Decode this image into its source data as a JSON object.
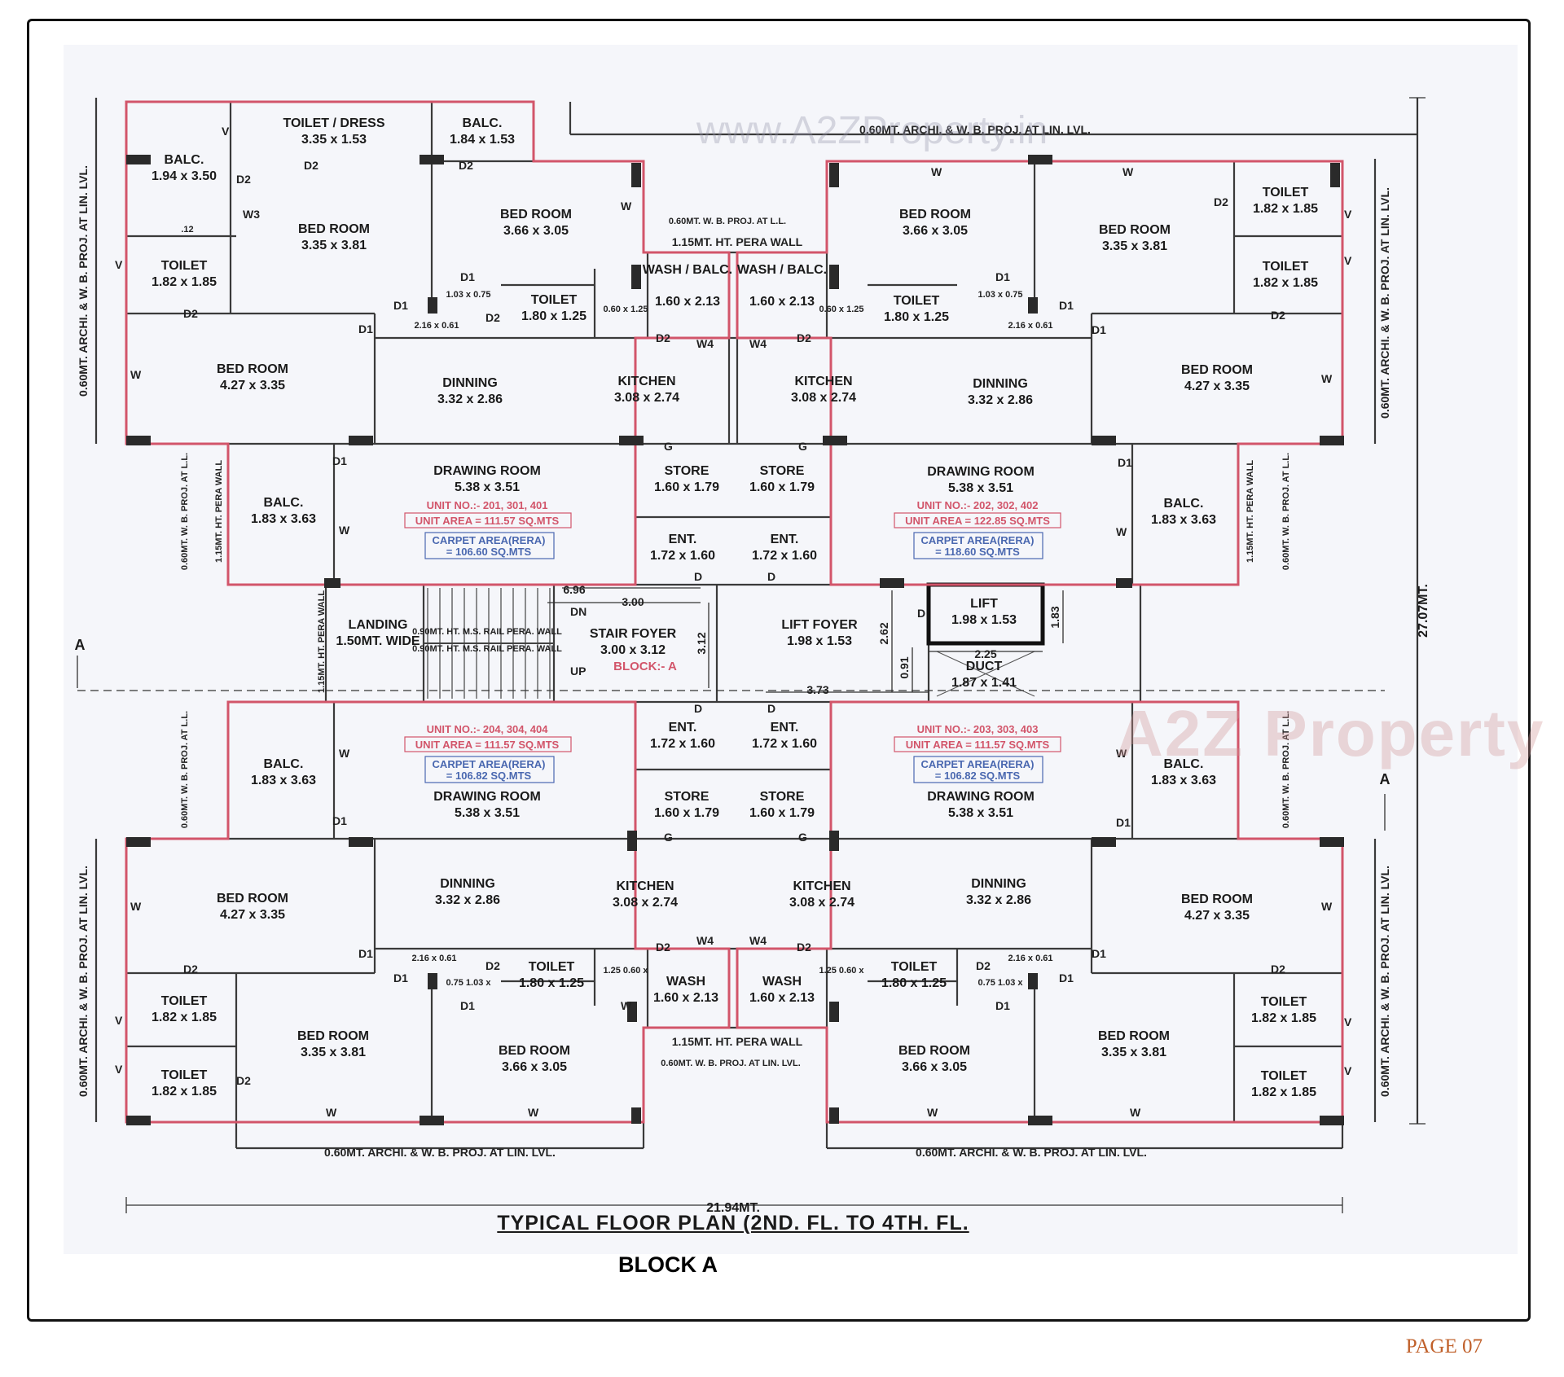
{
  "title": "TYPICAL FLOOR PLAN (2ND. FL. TO 4TH. FL.",
  "block_name": "BLOCK A",
  "page_number": "PAGE 07",
  "watermark_url": "www.A2ZProperty.in",
  "watermark_brand": "A2Z Property",
  "dimensions": {
    "overall_width": "21.94MT.",
    "overall_depth": "27.07MT."
  },
  "section_marker": "A",
  "block_tag": "BLOCK:- A",
  "colors": {
    "unit_boundary": "#d2556a",
    "carpet_text": "#4a68b0",
    "walls": "#3a3a3a",
    "page_number": "#c0602a"
  },
  "labels": {
    "proj_top": "0.60MT. ARCHI. & W. B. PROJ. AT LIN. LVL.",
    "proj_bottom_left": "0.60MT. ARCHI. & W. B. PROJ. AT LIN. LVL.",
    "proj_bottom_right": "0.60MT. ARCHI. & W. B. PROJ. AT LIN. LVL.",
    "proj_left_top": "0.60MT. ARCHI. & W. B. PROJ. AT LIN. LVL.",
    "proj_right_top": "0.60MT. ARCHI. & W. B. PROJ. AT LIN. LVL.",
    "proj_left_bottom": "0.60MT. ARCHI. & W. B. PROJ. AT LIN. LVL.",
    "proj_right_bottom": "0.60MT. ARCHI. & W. B. PROJ. AT LIN. LVL.",
    "wb_proj_center_top": "0.60MT. W. B. PROJ. AT L.L.",
    "pera_wall_center_top": "1.15MT. HT. PERA WALL",
    "pera_wall_center_bottom": "1.15MT. HT. PERA WALL",
    "wb_proj_center_bottom": "0.60MT.  W. B. PROJ. AT LIN. LVL.",
    "pera_wall_v1": "1.15MT. HT. PERA WALL",
    "pera_wall_v2": "1.15MT. HT. PERA WALL",
    "pera_wall_v3": "1.15MT. HT. PERA WALL",
    "wb_proj_v1": "0.60MT. W. B. PROJ. AT L.L.",
    "wb_proj_v2": "0.60MT. W. B. PROJ. AT L.L.",
    "wb_proj_v3": "0.60MT. W. B. PROJ. AT L.L.",
    "wb_proj_v4": "0.60MT. W. B. PROJ. AT L.L.",
    "rail_1": "0.90MT. HT. M.S. RAIL PERA. WALL",
    "rail_2": "0.90MT. HT. M.S. RAIL PERA. WALL",
    "dn": "DN",
    "up": "UP",
    "dim_696": "6.96",
    "dim_300": "3.00",
    "dim_312": "3.12",
    "dim_262": "2.62",
    "dim_091": "0.91",
    "dim_183": "1.83",
    "dim_225": "2.25",
    "dim_373": "3.73"
  },
  "rooms": [
    {
      "name": "TOILET / DRESS",
      "dim": "3.35 x 1.53"
    },
    {
      "name": "BALC.",
      "dim": "1.84 x 1.53"
    },
    {
      "name": "BALC.",
      "dim": "1.94 x 3.50"
    },
    {
      "name": "BED ROOM",
      "dim": "3.35 x 3.81"
    },
    {
      "name": "BED ROOM",
      "dim": "3.66 x 3.05"
    },
    {
      "name": "TOILET",
      "dim": "1.82 x 1.85"
    },
    {
      "name": "WASH / BALC.",
      "dim": "1.60 x 2.13"
    },
    {
      "name": "TOILET",
      "dim": "1.80 x 1.25"
    },
    {
      "name": "BED ROOM",
      "dim": "4.27 x 3.35"
    },
    {
      "name": "DINNING",
      "dim": "3.32 x 2.86"
    },
    {
      "name": "KITCHEN",
      "dim": "3.08 x 2.74"
    },
    {
      "name": "WASH / BALC.",
      "dim": "1.60 x 2.13"
    },
    {
      "name": "BED ROOM",
      "dim": "3.66 x 3.05"
    },
    {
      "name": "BED ROOM",
      "dim": "3.35 x 3.81"
    },
    {
      "name": "TOILET",
      "dim": "1.82 x 1.85"
    },
    {
      "name": "TOILET",
      "dim": "1.82 x 1.85"
    },
    {
      "name": "TOILET",
      "dim": "1.80 x 1.25"
    },
    {
      "name": "KITCHEN",
      "dim": "3.08 x 2.74"
    },
    {
      "name": "DINNING",
      "dim": "3.32 x 2.86"
    },
    {
      "name": "BED ROOM",
      "dim": "4.27 x 3.35"
    },
    {
      "name": "BALC.",
      "dim": "1.83 x 3.63"
    },
    {
      "name": "DRAWING ROOM",
      "dim": "5.38 x 3.51"
    },
    {
      "name": "STORE",
      "dim": "1.60 x 1.79"
    },
    {
      "name": "STORE",
      "dim": "1.60 x 1.79"
    },
    {
      "name": "DRAWING ROOM",
      "dim": "5.38 x 3.51"
    },
    {
      "name": "BALC.",
      "dim": "1.83 x 3.63"
    },
    {
      "name": "ENT.",
      "dim": "1.72 x 1.60"
    },
    {
      "name": "ENT.",
      "dim": "1.72 x 1.60"
    },
    {
      "name": "LANDING",
      "dim": "1.50MT. WIDE"
    },
    {
      "name": "STAIR FOYER",
      "dim": "3.00 x 3.12"
    },
    {
      "name": "LIFT FOYER",
      "dim": "1.98 x 1.53"
    },
    {
      "name": "LIFT",
      "dim": "1.98 x 1.53"
    },
    {
      "name": "DUCT",
      "dim": "1.87 x 1.41"
    },
    {
      "name": "BALC.",
      "dim": "1.83 x 3.63"
    },
    {
      "name": "ENT.",
      "dim": "1.72 x 1.60"
    },
    {
      "name": "ENT.",
      "dim": "1.72 x 1.60"
    },
    {
      "name": "BALC.",
      "dim": "1.83 x 3.63"
    },
    {
      "name": "DRAWING ROOM",
      "dim": "5.38 x 3.51"
    },
    {
      "name": "STORE",
      "dim": "1.60 x 1.79"
    },
    {
      "name": "STORE",
      "dim": "1.60 x 1.79"
    },
    {
      "name": "DRAWING ROOM",
      "dim": "5.38 x 3.51"
    },
    {
      "name": "BED ROOM",
      "dim": "4.27 x 3.35"
    },
    {
      "name": "DINNING",
      "dim": "3.32 x 2.86"
    },
    {
      "name": "KITCHEN",
      "dim": "3.08 x 2.74"
    },
    {
      "name": "KITCHEN",
      "dim": "3.08 x 2.74"
    },
    {
      "name": "DINNING",
      "dim": "3.32 x 2.86"
    },
    {
      "name": "BED ROOM",
      "dim": "4.27 x 3.35"
    },
    {
      "name": "TOILET",
      "dim": "1.82 x 1.85"
    },
    {
      "name": "TOILET",
      "dim": "1.80 x 1.25"
    },
    {
      "name": "WASH",
      "dim": "1.60 x 2.13"
    },
    {
      "name": "WASH",
      "dim": "1.60 x 2.13"
    },
    {
      "name": "TOILET",
      "dim": "1.80 x 1.25"
    },
    {
      "name": "TOILET",
      "dim": "1.82 x 1.85"
    },
    {
      "name": "BED ROOM",
      "dim": "3.35 x 3.81"
    },
    {
      "name": "BED ROOM",
      "dim": "3.66 x 3.05"
    },
    {
      "name": "BED ROOM",
      "dim": "3.66 x 3.05"
    },
    {
      "name": "BED ROOM",
      "dim": "3.35 x 3.81"
    },
    {
      "name": "TOILET",
      "dim": "1.82 x 1.85"
    },
    {
      "name": "TOILET",
      "dim": "1.82 x 1.85"
    }
  ],
  "units": [
    {
      "no": "UNIT NO.:- 201, 301, 401",
      "area": "UNIT AREA = 111.57 SQ.MTS",
      "carpet_label": "CARPET AREA(RERA)",
      "carpet_value": "= 106.60 SQ.MTS"
    },
    {
      "no": "UNIT NO.:- 202, 302, 402",
      "area": "UNIT AREA = 122.85 SQ.MTS",
      "carpet_label": "CARPET AREA(RERA)",
      "carpet_value": "= 118.60 SQ.MTS"
    },
    {
      "no": "UNIT NO.:- 204, 304, 404",
      "area": "UNIT AREA = 111.57 SQ.MTS",
      "carpet_label": "CARPET AREA(RERA)",
      "carpet_value": "= 106.82 SQ.MTS"
    },
    {
      "no": "UNIT NO.:- 203, 303, 403",
      "area": "UNIT AREA = 111.57 SQ.MTS",
      "carpet_label": "CARPET AREA(RERA)",
      "carpet_value": "= 106.82 SQ.MTS"
    }
  ],
  "marks": [
    {
      "t": "D2"
    },
    {
      "t": "D2"
    },
    {
      "t": "D2"
    },
    {
      "t": "W3"
    },
    {
      "t": "W"
    },
    {
      "t": "W"
    },
    {
      "t": "V"
    },
    {
      "t": "V"
    },
    {
      "t": "D1"
    },
    {
      "t": "D1"
    },
    {
      "t": "D1"
    },
    {
      "t": "D2"
    },
    {
      "t": "W4"
    },
    {
      "t": "D2"
    },
    {
      "t": "W"
    },
    {
      "t": "D2"
    },
    {
      "t": "D1"
    },
    {
      "t": "D1"
    },
    {
      "t": "W4"
    },
    {
      "t": "D2"
    },
    {
      "t": "W"
    },
    {
      "t": "W"
    },
    {
      "t": "D2"
    },
    {
      "t": "V"
    },
    {
      "t": "V"
    },
    {
      "t": "D1"
    },
    {
      "t": "D2"
    },
    {
      "t": "D1"
    },
    {
      "t": "W"
    },
    {
      "t": "G"
    },
    {
      "t": "G"
    },
    {
      "t": "D1"
    },
    {
      "t": "W"
    },
    {
      "t": "D1"
    },
    {
      "t": "W"
    },
    {
      "t": "D"
    },
    {
      "t": "D"
    },
    {
      "t": "D"
    },
    {
      "t": "W"
    },
    {
      "t": "D1"
    },
    {
      "t": "D"
    },
    {
      "t": "D"
    },
    {
      "t": "W"
    },
    {
      "t": "D1"
    },
    {
      "t": "G"
    },
    {
      "t": "G"
    },
    {
      "t": "W"
    },
    {
      "t": "D1"
    },
    {
      "t": "D2"
    },
    {
      "t": "D2"
    },
    {
      "t": "W4"
    },
    {
      "t": "W4"
    },
    {
      "t": "D2"
    },
    {
      "t": "D2"
    },
    {
      "t": "W"
    },
    {
      "t": "D2"
    },
    {
      "t": "D1"
    },
    {
      "t": "D1"
    },
    {
      "t": "D1"
    },
    {
      "t": "D1"
    },
    {
      "t": "D2"
    },
    {
      "t": "D2"
    },
    {
      "t": "V"
    },
    {
      "t": "V"
    },
    {
      "t": "V"
    },
    {
      "t": "V"
    },
    {
      "t": "W"
    },
    {
      "t": "W"
    },
    {
      "t": "W"
    },
    {
      "t": "W"
    },
    {
      "t": "2.16 x 0.61"
    },
    {
      "t": "2.16 x 0.61"
    },
    {
      "t": "2.16 x 0.61"
    },
    {
      "t": "2.16 x 0.61"
    },
    {
      "t": "1.03 x 0.75"
    },
    {
      "t": "1.03 x 0.75"
    },
    {
      "t": "0.75 1.03 x"
    },
    {
      "t": "0.75 1.03 x"
    },
    {
      "t": "0.60 x 1.25"
    },
    {
      "t": "0.60 x 1.25"
    },
    {
      "t": "1.25 0.60 x"
    },
    {
      "t": "1.25 0.60 x"
    },
    {
      "t": ".12"
    }
  ]
}
